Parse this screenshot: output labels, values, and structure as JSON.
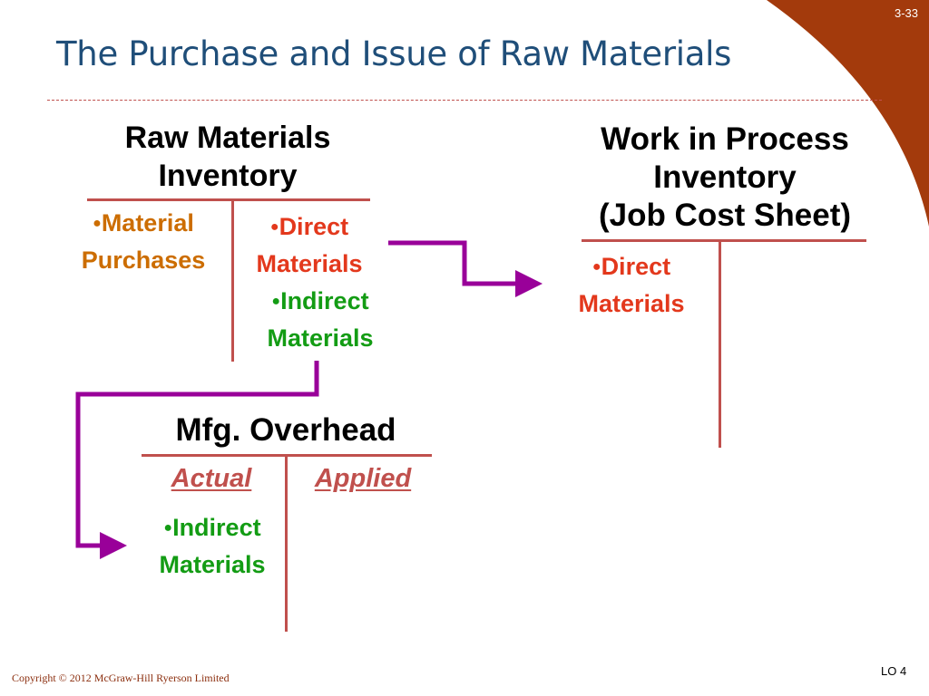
{
  "slide": {
    "number": "3-33",
    "title": "The Purchase and Issue of Raw Materials",
    "copyright": "Copyright © 2012 McGraw-Hill Ryerson Limited",
    "lo": "LO 4"
  },
  "raw_materials": {
    "heading_line1": "Raw Materials",
    "heading_line2": "Inventory",
    "debit_item_line1": "Material",
    "debit_item_line2": "Purchases",
    "credit_item1_line1": "Direct",
    "credit_item1_line2": "Materials",
    "credit_item2_line1": "Indirect",
    "credit_item2_line2": "Materials"
  },
  "wip": {
    "heading_line1": "Work in Process",
    "heading_line2": "Inventory",
    "heading_line3": "(Job Cost Sheet)",
    "debit_item_line1": "Direct",
    "debit_item_line2": "Materials"
  },
  "overhead": {
    "heading": "Mfg. Overhead",
    "left_label": "Actual",
    "right_label": "Applied",
    "debit_item_line1": "Indirect",
    "debit_item_line2": "Materials"
  },
  "colors": {
    "title": "#1f4e79",
    "accent": "#c0504d",
    "arrow": "#990099",
    "orange": "#cc6d00",
    "red": "#e3381c",
    "green": "#139c14",
    "corner": "#a33a0c"
  }
}
